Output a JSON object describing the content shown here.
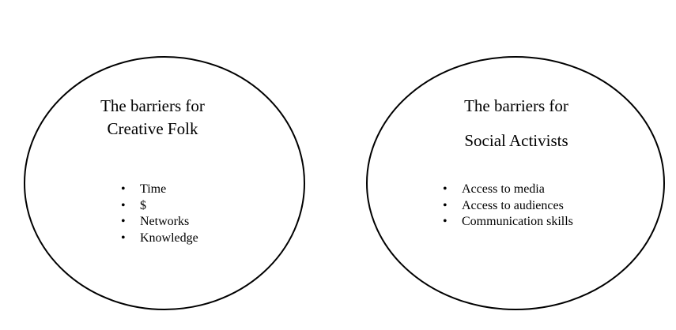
{
  "circles": [
    {
      "title_line1": "The barriers for",
      "title_line2": "Creative Folk",
      "items": [
        "Time",
        "$",
        "Networks",
        "Knowledge"
      ]
    },
    {
      "title_line1": "The barriers for",
      "title_line2": "Social Activists",
      "items": [
        "Access to media",
        "Access to audiences",
        "Communication skills"
      ]
    }
  ]
}
